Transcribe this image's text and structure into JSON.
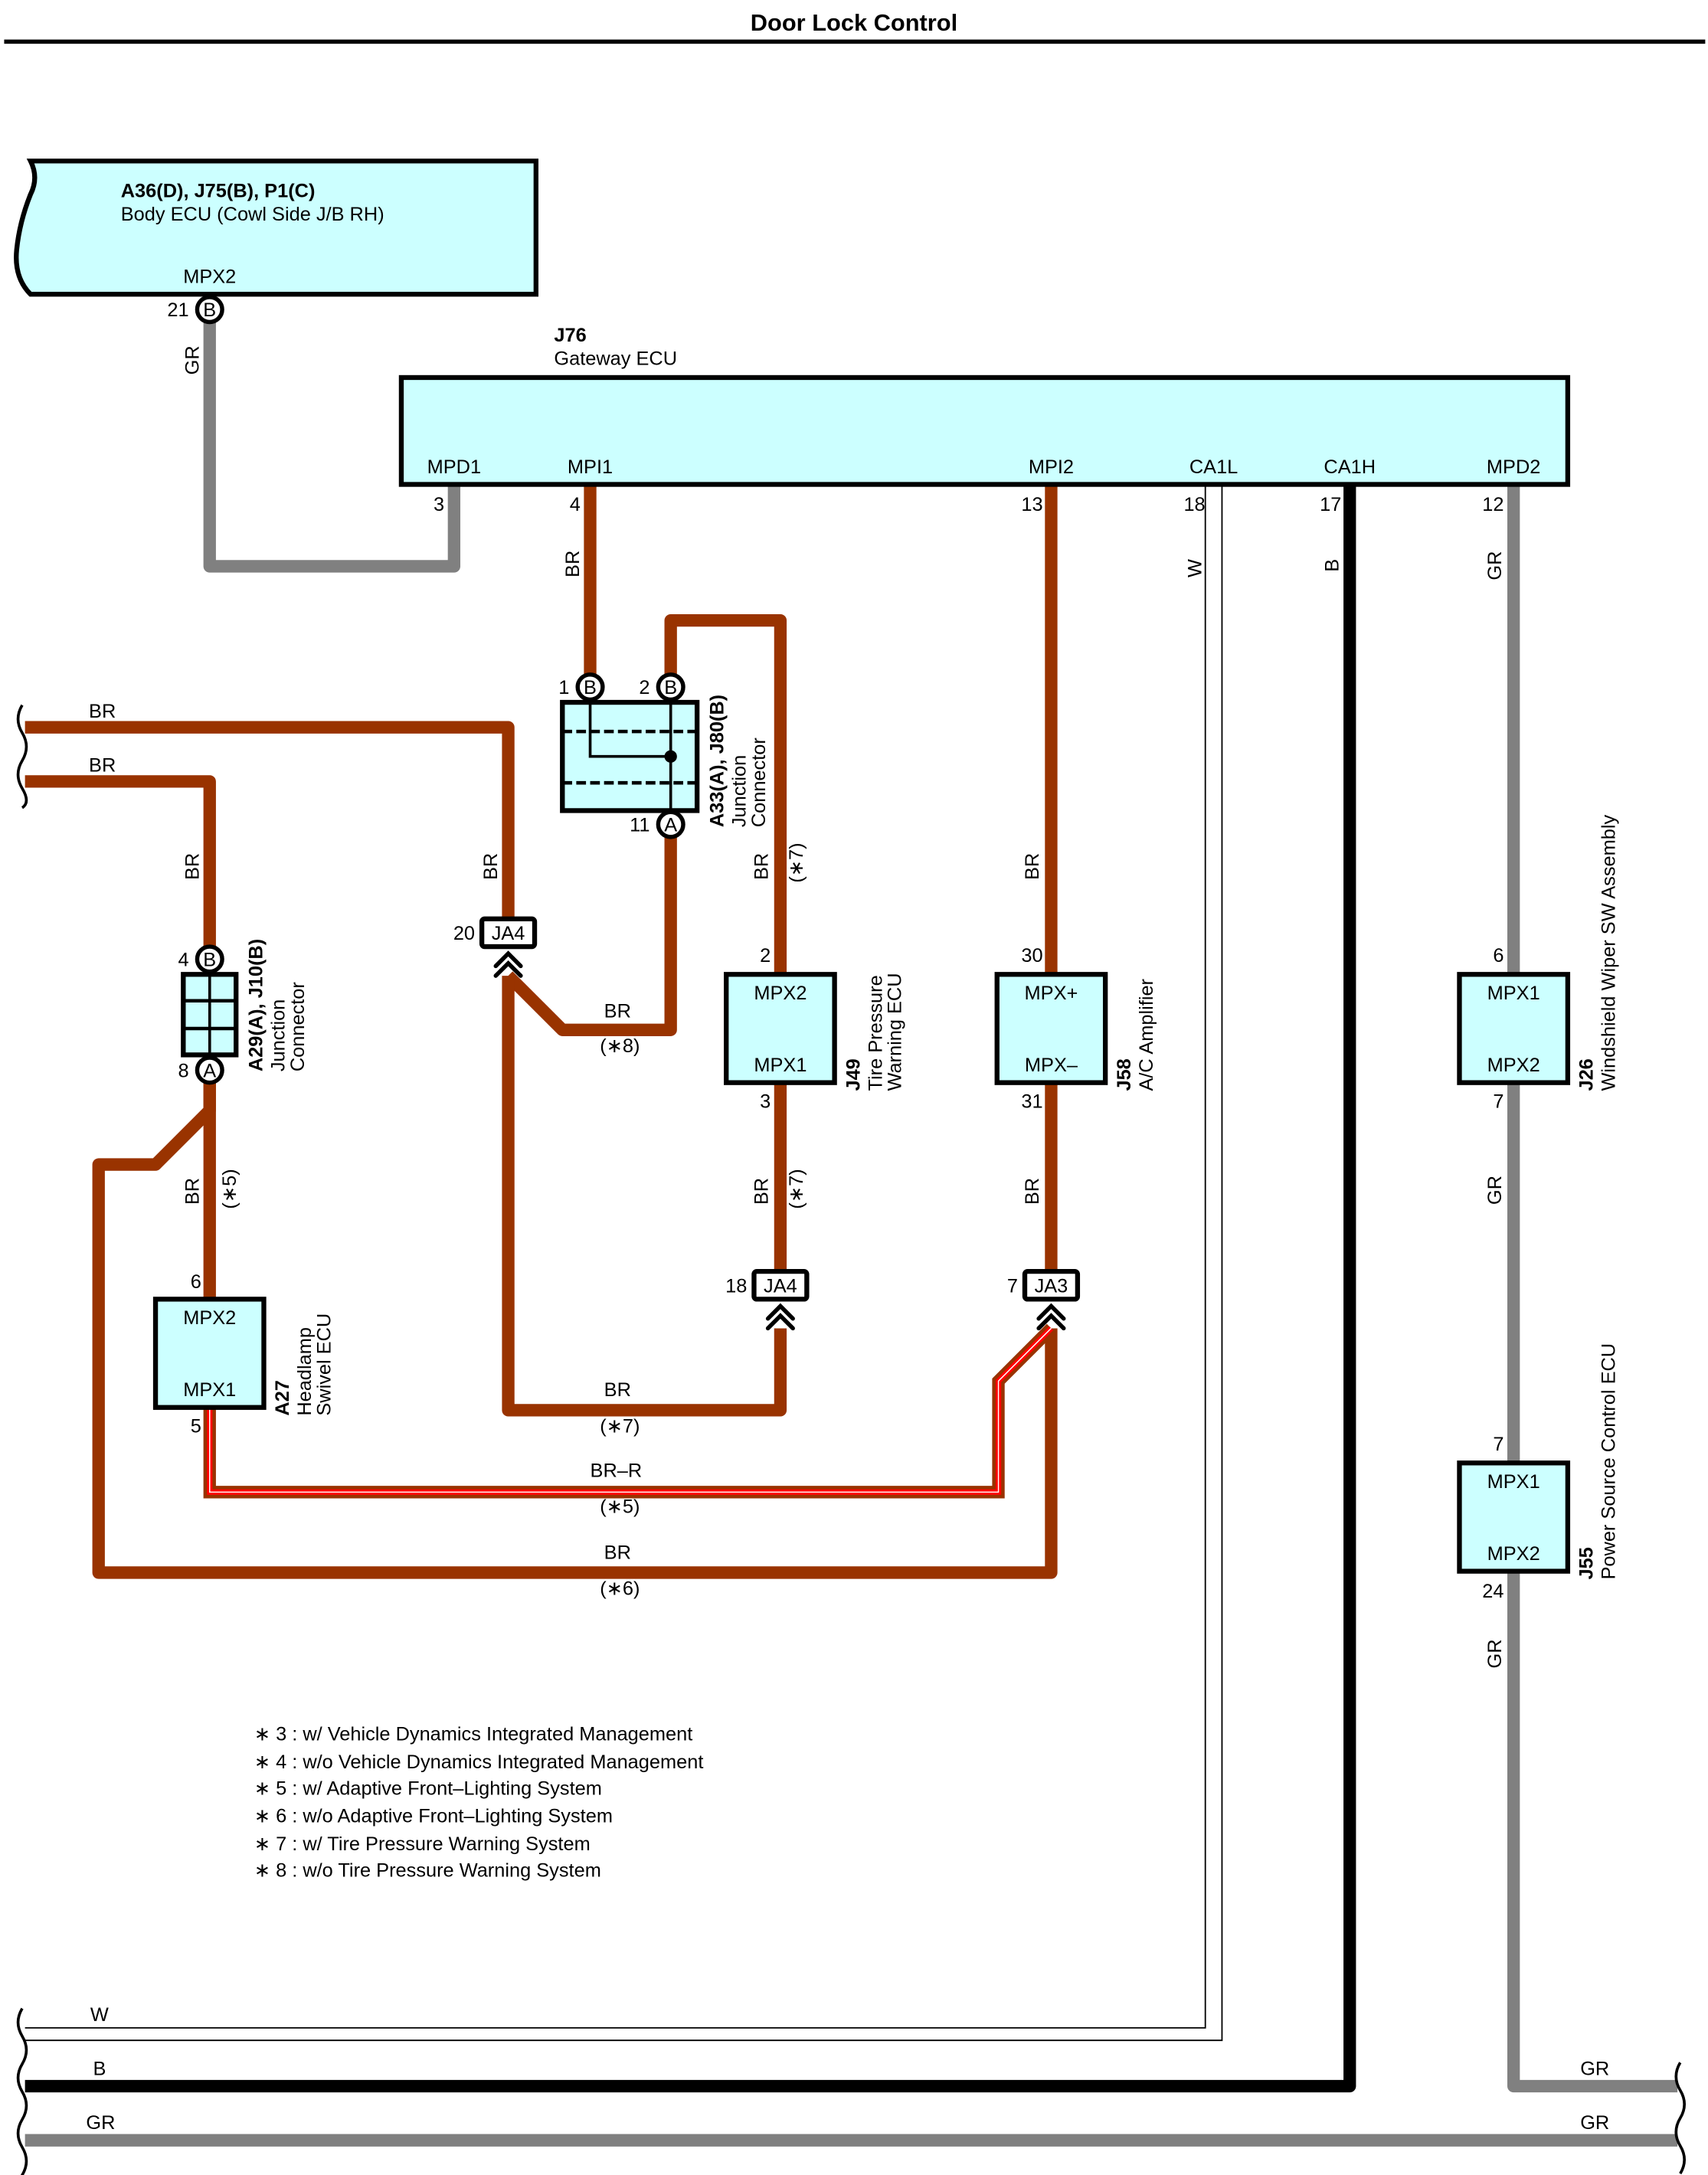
{
  "title": "Door Lock Control",
  "components": {
    "body_ecu": {
      "code": "A36(D), J75(B), P1(C)",
      "name": "Body ECU (Cowl Side J/B RH)",
      "pin_label": "MPX2",
      "pin_num": "21",
      "pin_conn": "B"
    },
    "gateway": {
      "code": "J76",
      "name": "Gateway ECU",
      "pins": [
        {
          "label": "MPD1",
          "num": "3"
        },
        {
          "label": "MPI1",
          "num": "4"
        },
        {
          "label": "MPI2",
          "num": "13"
        },
        {
          "label": "CA1L",
          "num": "18"
        },
        {
          "label": "CA1H",
          "num": "17"
        },
        {
          "label": "MPD2",
          "num": "12"
        }
      ]
    },
    "jc_a33": {
      "code": "A33(A), J80(B)",
      "line1": "Junction",
      "line2": "Connector",
      "pins": [
        {
          "num": "1",
          "conn": "B"
        },
        {
          "num": "2",
          "conn": "B"
        },
        {
          "num": "11",
          "conn": "A"
        }
      ]
    },
    "jc_a29": {
      "code": "A29(A), J10(B)",
      "line1": "Junction",
      "line2": "Connector",
      "pins": [
        {
          "num": "4",
          "conn": "B"
        },
        {
          "num": "8",
          "conn": "A"
        }
      ]
    },
    "a27": {
      "code": "A27",
      "line1": "Headlamp",
      "line2": "Swivel ECU",
      "top_label": "MPX2",
      "bottom_label": "MPX1",
      "top_num": "6",
      "bottom_num": "5"
    },
    "j49": {
      "code": "J49",
      "line1": "Tire Pressure",
      "line2": "Warning ECU",
      "top_label": "MPX2",
      "bottom_label": "MPX1",
      "top_num": "2",
      "bottom_num": "3"
    },
    "j58": {
      "code": "J58",
      "line1": "A/C Amplifier",
      "top_label": "MPX+",
      "bottom_label": "MPX–",
      "top_num": "30",
      "bottom_num": "31"
    },
    "j26": {
      "code": "J26",
      "line1": "Windshield Wiper SW Assembly",
      "top_label": "MPX1",
      "bottom_label": "MPX2",
      "top_num": "6",
      "bottom_num": "7"
    },
    "j55": {
      "code": "J55",
      "line1": "Power Source Control ECU",
      "top_label": "MPX1",
      "bottom_label": "MPX2",
      "top_num": "7",
      "bottom_num": "24"
    },
    "ja4_top": {
      "label": "JA4",
      "num": "20"
    },
    "ja4_bottom": {
      "label": "JA4",
      "num": "18"
    },
    "ja3": {
      "label": "JA3",
      "num": "7"
    }
  },
  "wire_labels": {
    "gr": "GR",
    "br": "BR",
    "w": "W",
    "b": "B",
    "brr": "BR–R",
    "n5": "(∗5)",
    "n6": "(∗6)",
    "n7": "(∗7)",
    "n8": "(∗8)"
  },
  "notes": [
    "∗ 3 : w/ Vehicle Dynamics Integrated Management",
    "∗ 4 : w/o Vehicle Dynamics Integrated Management",
    "∗ 5 : w/ Adaptive Front–Lighting System",
    "∗ 6 : w/o Adaptive Front–Lighting System",
    "∗ 7 : w/ Tire Pressure Warning System",
    "∗ 8 : w/o Tire Pressure Warning System"
  ],
  "colors": {
    "BR": "#993300",
    "GR": "#808080",
    "B": "#000000",
    "W": "#ffffff",
    "R": "#ff0000",
    "component_fill": "#ccffff"
  }
}
